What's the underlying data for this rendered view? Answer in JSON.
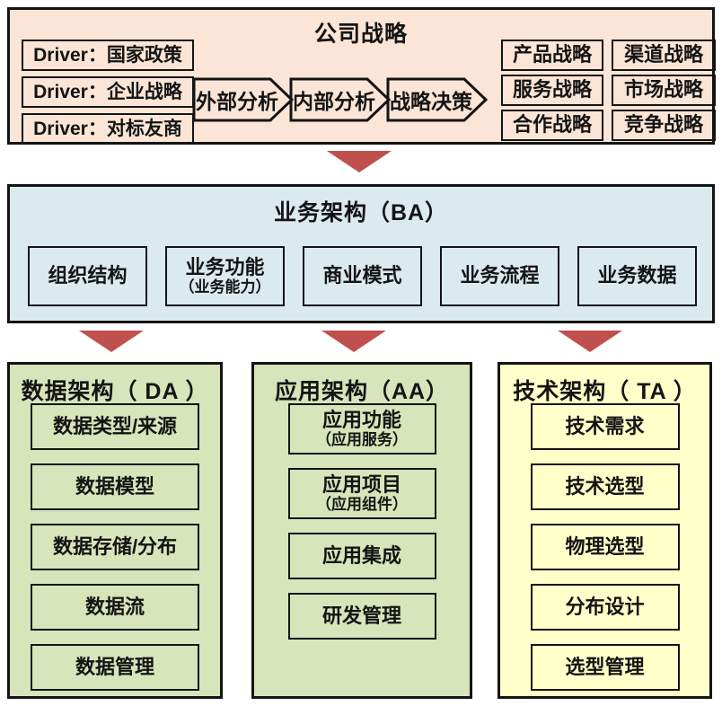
{
  "colors": {
    "strategy_bg": "#fbe5d6",
    "business_bg": "#dbeaef",
    "data_app_bg": "#d8e4ba",
    "tech_bg": "#ffffc9",
    "arrow_red": "#c0504d",
    "border": "#141414"
  },
  "strategy": {
    "title": "公司战略",
    "drivers": [
      "Driver：国家政策",
      "Driver：企业战略",
      "Driver：对标友商"
    ],
    "process_steps": [
      "外部分析",
      "内部分析",
      "战略决策"
    ],
    "sub_strategies": [
      "产品战略",
      "渠道战略",
      "服务战略",
      "市场战略",
      "合作战略",
      "竞争战略"
    ]
  },
  "business_architecture": {
    "title": "业务架构（BA）",
    "items": [
      {
        "label": "组织结构"
      },
      {
        "label": "业务功能",
        "sub": "（业务能力）"
      },
      {
        "label": "商业模式"
      },
      {
        "label": "业务流程"
      },
      {
        "label": "业务数据"
      }
    ]
  },
  "data_architecture": {
    "title": "数据架构（ DA ）",
    "items": [
      {
        "label": "数据类型/来源"
      },
      {
        "label": "数据模型"
      },
      {
        "label": "数据存储/分布"
      },
      {
        "label": "数据流"
      },
      {
        "label": "数据管理"
      }
    ]
  },
  "application_architecture": {
    "title": "应用架构（AA）",
    "items": [
      {
        "label": "应用功能",
        "sub": "（应用服务）"
      },
      {
        "label": "应用项目",
        "sub": "（应用组件）"
      },
      {
        "label": "应用集成"
      },
      {
        "label": "研发管理"
      }
    ]
  },
  "technology_architecture": {
    "title": "技术架构（ TA ）",
    "items": [
      {
        "label": "技术需求"
      },
      {
        "label": "技术选型"
      },
      {
        "label": "物理选型"
      },
      {
        "label": "分布设计"
      },
      {
        "label": "选型管理"
      }
    ]
  }
}
